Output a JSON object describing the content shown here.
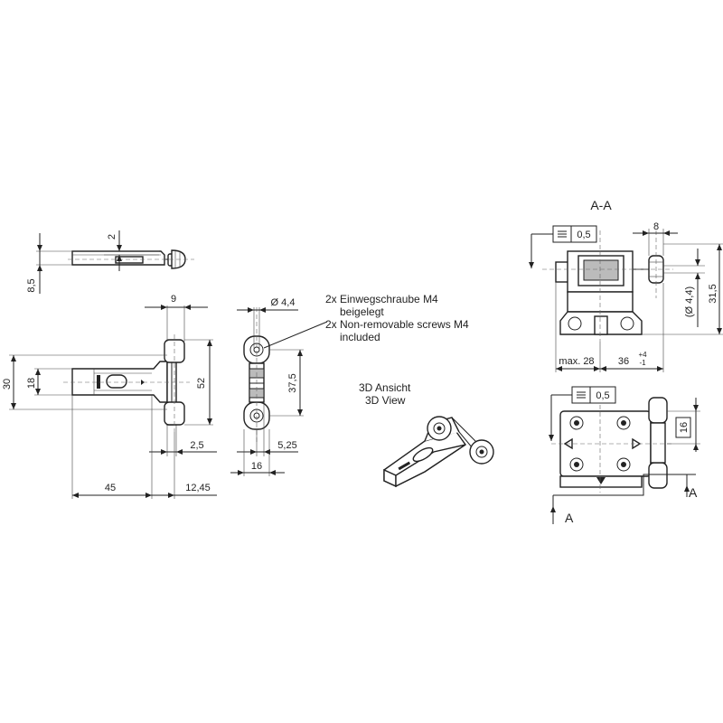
{
  "section_title": "A-A",
  "notes": {
    "screws_de": "2x Einwegschraube M4",
    "screws_de_2": "beigelegt",
    "screws_en": "2x Non-removable screws M4",
    "screws_en_2": "included",
    "view3d_de": "3D Ansicht",
    "view3d_en": "3D View"
  },
  "dimensions": {
    "d_2": "2",
    "d_8_5": "8,5",
    "d_9": "9",
    "d_30": "30",
    "d_18": "18",
    "d_52": "52",
    "d_2_5": "2,5",
    "d_45": "45",
    "d_12_45": "12,45",
    "d_dia_4_4": "Ø 4,4",
    "d_37_5": "37,5",
    "d_5_25": "5,25",
    "d_16": "16",
    "d_8": "8",
    "d_31_5": "31,5",
    "d_dia_4_4_ref": "(Ø 4,4)",
    "d_max_28": "max. 28",
    "d_36": "36",
    "d_tol_plus": "+4",
    "d_tol_minus": "-1",
    "d_16_box": "16"
  },
  "tolerances": {
    "flatness_1": "0,5",
    "flatness_2": "0,5"
  },
  "section_markers": {
    "marker_left": "A",
    "marker_right": "A"
  }
}
